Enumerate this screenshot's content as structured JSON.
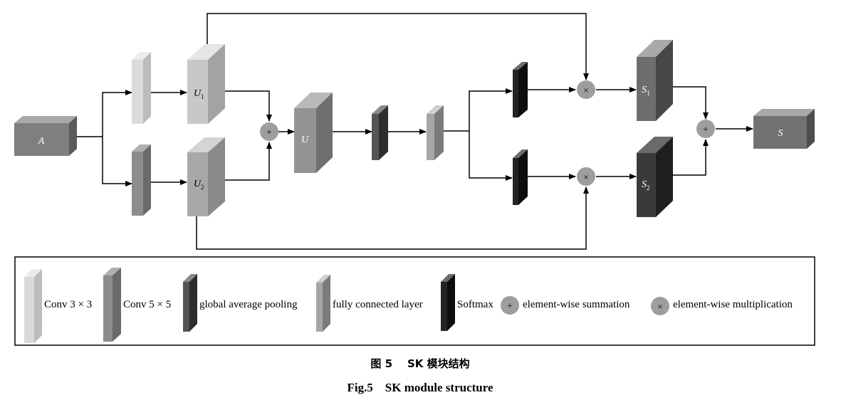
{
  "diagram": {
    "colors": {
      "conv3": "#d6d6d6",
      "conv5": "#8c8c8c",
      "gap": "#555555",
      "fc": "#a6a6a6",
      "softmax": "#1f1f1f",
      "op": "#9e9e9e",
      "block_light": "#c4c4c4",
      "block_mid": "#7d7d7d",
      "block_dark": "#3a3a3a",
      "line": "#000000"
    },
    "nodes": {
      "A": "A",
      "U1_base": "U",
      "U1_sub": "1",
      "U2_base": "U",
      "U2_sub": "2",
      "U": "U",
      "S1_base": "S",
      "S1_sub": "1",
      "S2_base": "S",
      "S2_sub": "2",
      "S": "S"
    },
    "ops": {
      "sum": "+",
      "mul": "×"
    },
    "legend": {
      "conv3": "Conv 3 × 3",
      "conv5": "Conv 5 × 5",
      "gap": "global average pooling",
      "fc": "fully connected layer",
      "softmax": "Softmax",
      "sum": "element-wise summation",
      "mul": "element-wise multiplication"
    }
  },
  "caption": {
    "zh": "图 5    SK 模块结构",
    "en": "Fig.5    SK module structure"
  }
}
